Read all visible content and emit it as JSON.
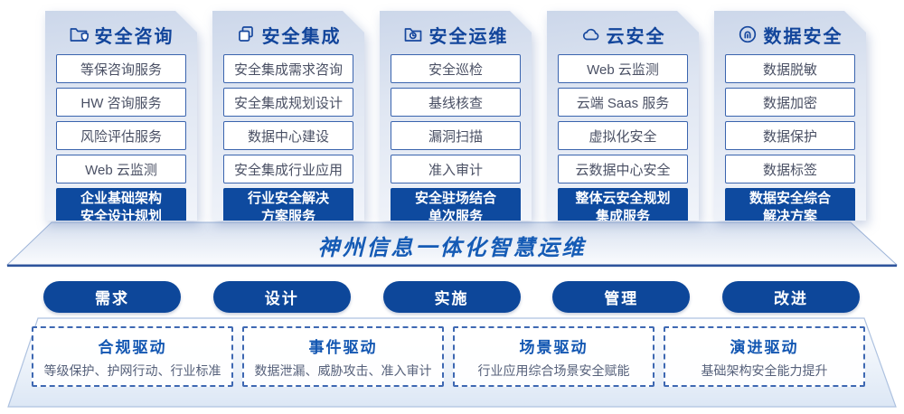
{
  "columns": [
    {
      "title": "安全咨询",
      "icon": "folder-shield-icon",
      "items": [
        "等保咨询服务",
        "HW 咨询服务",
        "风险评估服务",
        "Web 云监测"
      ],
      "footer": "企业基础架构\n安全设计规划"
    },
    {
      "title": "安全集成",
      "icon": "stacked-docs-icon",
      "items": [
        "安全集成需求咨询",
        "安全集成规划设计",
        "数据中心建设",
        "安全集成行业应用"
      ],
      "footer": "行业安全解决\n方案服务"
    },
    {
      "title": "安全运维",
      "icon": "folder-clock-icon",
      "items": [
        "安全巡检",
        "基线核查",
        "漏洞扫描",
        "准入审计"
      ],
      "footer": "安全驻场结合\n单次服务"
    },
    {
      "title": "云安全",
      "icon": "cloud-icon",
      "items": [
        "Web 云监测",
        "云端 Saas 服务",
        "虚拟化安全",
        "云数据中心安全"
      ],
      "footer": "整体云安全规划\n集成服务"
    },
    {
      "title": "数据安全",
      "icon": "fingerprint-icon",
      "items": [
        "数据脱敏",
        "数据加密",
        "数据保护",
        "数据标签"
      ],
      "footer": "数据安全综合\n解决方案"
    }
  ],
  "banner": {
    "title": "神州信息一体化智慧运维"
  },
  "process_pills": [
    "需求",
    "设计",
    "实施",
    "管理",
    "改进"
  ],
  "drivers": [
    {
      "title": "合规驱动",
      "desc": "等级保护、护网行动、行业标准"
    },
    {
      "title": "事件驱动",
      "desc": "数据泄漏、威胁攻击、准入审计"
    },
    {
      "title": "场景驱动",
      "desc": "行业应用综合场景安全赋能"
    },
    {
      "title": "演进驱动",
      "desc": "基础架构安全能力提升"
    }
  ],
  "colors": {
    "primary_fill": "#0e4a9f",
    "pill_fill": "#0d479a",
    "accent_text": "#155bb5",
    "title_text": "#12459b",
    "item_border": "#3a64ae",
    "item_text": "#4a5064",
    "banner_line": "#2e549c"
  }
}
